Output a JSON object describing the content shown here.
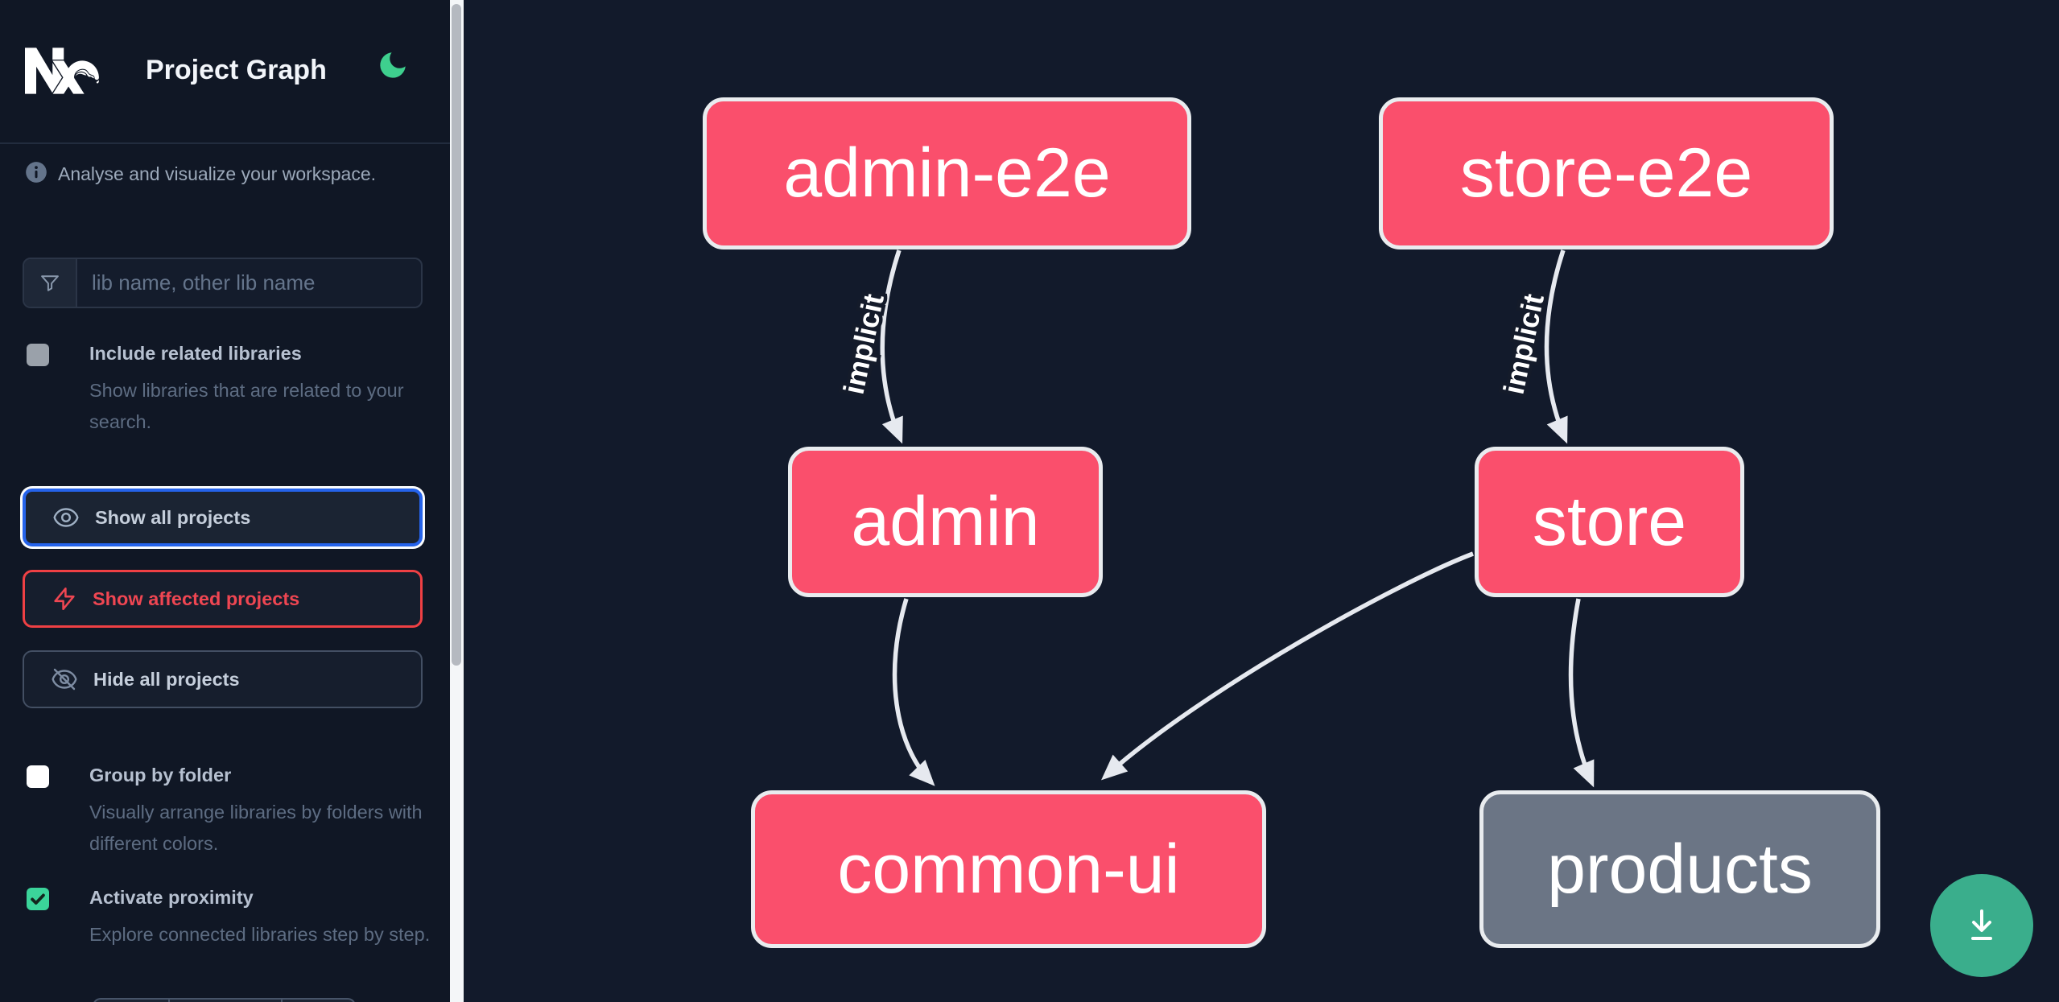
{
  "header": {
    "title": "Project Graph"
  },
  "sidebar": {
    "info_text": "Analyse and visualize your workspace.",
    "search": {
      "placeholder": "lib name, other lib name"
    },
    "options": [
      {
        "label": "Include related libraries",
        "description": "Show libraries that are related to your search.",
        "checked": false,
        "disabled": true
      },
      {
        "label": "Group by folder",
        "description": "Visually arrange libraries by folders with different colors.",
        "checked": false,
        "disabled": false
      },
      {
        "label": "Activate proximity",
        "description": "Explore connected libraries step by step.",
        "checked": true,
        "disabled": false
      }
    ],
    "buttons": [
      {
        "label": "Show all projects",
        "state": "focused"
      },
      {
        "label": "Show affected projects",
        "state": "danger"
      },
      {
        "label": "Hide all projects",
        "state": "default"
      }
    ]
  },
  "graph": {
    "nodes": [
      {
        "id": "admin-e2e",
        "label": "admin-e2e",
        "type": "affected"
      },
      {
        "id": "store-e2e",
        "label": "store-e2e",
        "type": "affected"
      },
      {
        "id": "admin",
        "label": "admin",
        "type": "affected"
      },
      {
        "id": "store",
        "label": "store",
        "type": "affected"
      },
      {
        "id": "common-ui",
        "label": "common-ui",
        "type": "affected"
      },
      {
        "id": "products",
        "label": "products",
        "type": "normal"
      }
    ],
    "edges": [
      {
        "from": "admin-e2e",
        "to": "admin",
        "label": "implicit"
      },
      {
        "from": "store-e2e",
        "to": "store",
        "label": "implicit"
      },
      {
        "from": "admin",
        "to": "common-ui",
        "label": ""
      },
      {
        "from": "store",
        "to": "common-ui",
        "label": ""
      },
      {
        "from": "store",
        "to": "products",
        "label": ""
      }
    ]
  },
  "icons": {
    "logo": "nx-logo",
    "theme": "moon-icon",
    "info": "info-icon",
    "search": "funnel-icon",
    "show_all": "eye-icon",
    "show_affected": "lightning-icon",
    "hide_all": "eye-off-icon",
    "fab": "download-icon",
    "proximity_check": "check-icon"
  },
  "colors": {
    "affected_pink": "#fa4f6c",
    "normal_gray": "#6b7585",
    "node_border": "#e9ecef",
    "edge": "#e6e9ef",
    "focus_blue": "#2563eb",
    "danger_red": "#ef4044",
    "accent_green": "#3aae8c",
    "moon_green": "#3ecf8e",
    "checkbox_green": "#3bd49a",
    "sidebar_bg": "#101725",
    "canvas_bg": "#121a2b"
  }
}
